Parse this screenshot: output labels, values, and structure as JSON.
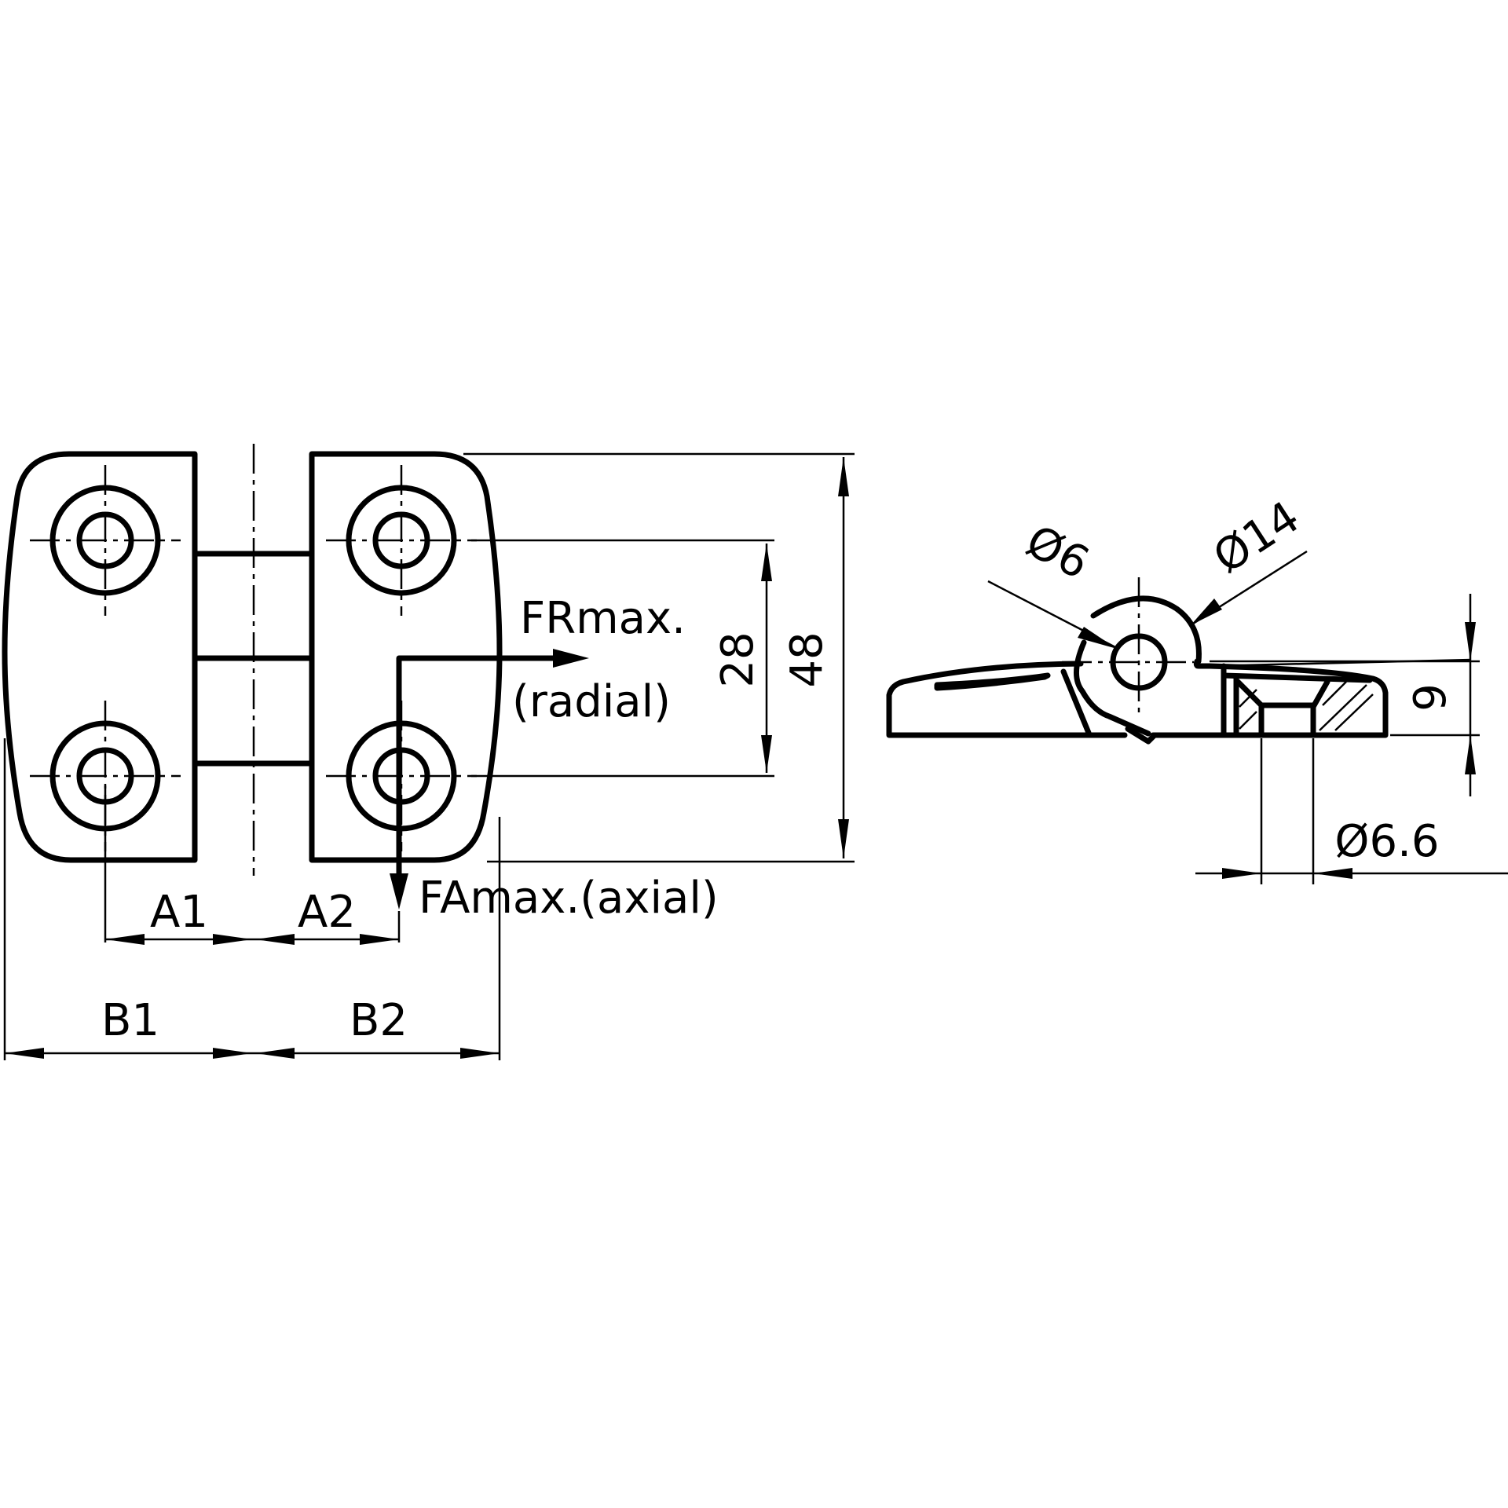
{
  "labels": {
    "fr_line1": "FRmax.",
    "fr_line2": "(radial)",
    "fa": "FAmax.(axial)",
    "dim_28": "28",
    "dim_48": "48",
    "dim_a1": "A1",
    "dim_a2": "A2",
    "dim_b1": "B1",
    "dim_b2": "B2",
    "dia_6": "Ø6",
    "dia_14": "Ø14",
    "dim_9": "9",
    "dia_6_6": "Ø6.6"
  }
}
